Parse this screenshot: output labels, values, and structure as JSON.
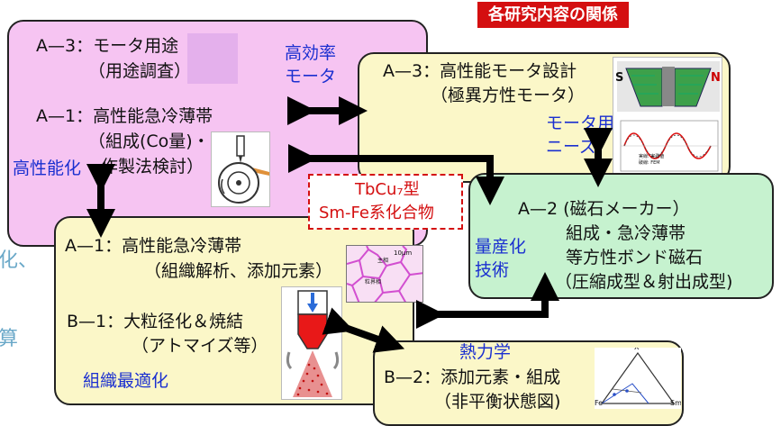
{
  "header": {
    "title": "各研究内容の関係"
  },
  "center_label": {
    "line1": "TbCu₇型",
    "line2": "Sm-Fe系化合物"
  },
  "box_a3_use": {
    "line1": "A—3：モータ用途",
    "line2": "（用途調査）",
    "tag": "高効率\nモータ"
  },
  "box_a1_top": {
    "line1": "A—1：高性能急冷薄帯",
    "line2": "（組成(Co量)・",
    "line3": "作製法検討）",
    "tag": "高性能化"
  },
  "box_a3_design": {
    "line1": "A—3：高性能モータ設計",
    "line2": "（極異方性モータ）",
    "tag": "モータ用\nニーズ"
  },
  "box_a2": {
    "line1": "A—2 (磁石メーカー）",
    "line2": "組成・急冷薄帯",
    "line3": "等方性ボンド磁石",
    "line4": "（圧縮成型＆射出成型)",
    "tag": "量産化\n技術"
  },
  "box_a1_bottom": {
    "line1": "A—1：高性能急冷薄帯",
    "line2": "（組織解析、添加元素）",
    "line3": "B—1：大粒径化＆焼結",
    "line4": "（アトマイズ等）",
    "tag": "組織最適化"
  },
  "box_b2": {
    "line1": "熱力学",
    "line2": "B—2：添加元素・組成",
    "line3": "（非平衡状態図)"
  },
  "micrograph": {
    "scale": "10μm",
    "label1": "主相",
    "label2": "粒界相"
  },
  "motor_image": {
    "s_label": "S",
    "n_label": "N",
    "legend1": "実線: 実測値",
    "legend2": "破線: FEM"
  },
  "phase_diagram": {
    "apex": "X",
    "left": "Fe",
    "right": "Sm"
  },
  "left_edge_fragments": {
    "top": "化、",
    "bottom": "算"
  },
  "colors": {
    "pink": "#f6c4f2",
    "yellow": "#fbf7c8",
    "green": "#c6f2cf",
    "header_red": "#d40f10",
    "tag_blue": "#1a2fd0"
  }
}
